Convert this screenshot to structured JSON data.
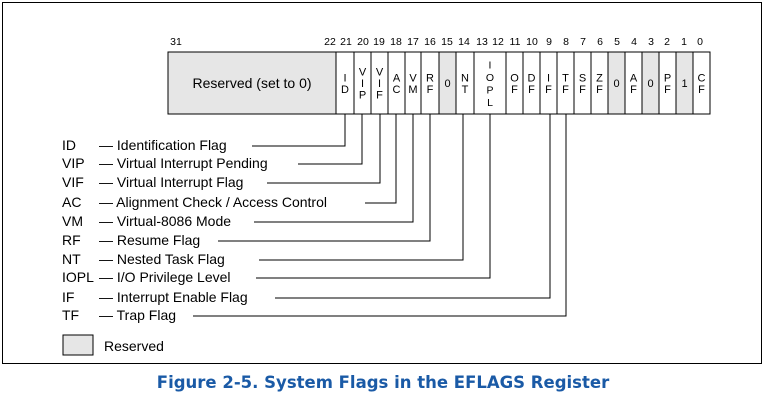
{
  "register": {
    "bit_positions": [
      "31",
      "22",
      "21",
      "20",
      "19",
      "18",
      "17",
      "16",
      "15",
      "14",
      "13",
      "12",
      "11",
      "10",
      "9",
      "8",
      "7",
      "6",
      "5",
      "4",
      "3",
      "2",
      "1",
      "0"
    ],
    "reserved_label": "Reserved (set to 0)",
    "cells": [
      {
        "id": "id",
        "label": "ID",
        "reserved": false
      },
      {
        "id": "vip",
        "label": "VIP",
        "reserved": false
      },
      {
        "id": "vif",
        "label": "VIF",
        "reserved": false
      },
      {
        "id": "ac",
        "label": "AC",
        "reserved": false
      },
      {
        "id": "vm",
        "label": "VM",
        "reserved": false
      },
      {
        "id": "rf",
        "label": "RF",
        "reserved": false
      },
      {
        "id": "b15",
        "label": "0",
        "reserved": true
      },
      {
        "id": "nt",
        "label": "NT",
        "reserved": false
      },
      {
        "id": "iopl",
        "label": "IOPL",
        "reserved": false
      },
      {
        "id": "of",
        "label": "OF",
        "reserved": false
      },
      {
        "id": "df",
        "label": "DF",
        "reserved": false
      },
      {
        "id": "if",
        "label": "IF",
        "reserved": false
      },
      {
        "id": "tf",
        "label": "TF",
        "reserved": false
      },
      {
        "id": "sf",
        "label": "SF",
        "reserved": false
      },
      {
        "id": "zf",
        "label": "ZF",
        "reserved": false
      },
      {
        "id": "b5",
        "label": "0",
        "reserved": true
      },
      {
        "id": "af",
        "label": "AF",
        "reserved": false
      },
      {
        "id": "b3",
        "label": "0",
        "reserved": true
      },
      {
        "id": "pf",
        "label": "PF",
        "reserved": false
      },
      {
        "id": "b1",
        "label": "1",
        "reserved": true
      },
      {
        "id": "cf",
        "label": "CF",
        "reserved": false
      }
    ]
  },
  "flags": [
    {
      "abbr": "ID",
      "desc": "— Identification Flag"
    },
    {
      "abbr": "VIP",
      "desc": "— Virtual Interrupt Pending"
    },
    {
      "abbr": "VIF",
      "desc": "— Virtual Interrupt Flag"
    },
    {
      "abbr": "AC",
      "desc": "— Alignment Check / Access Control"
    },
    {
      "abbr": "VM",
      "desc": "— Virtual-8086 Mode"
    },
    {
      "abbr": "RF",
      "desc": "— Resume Flag"
    },
    {
      "abbr": "NT",
      "desc": "— Nested Task Flag"
    },
    {
      "abbr": "IOPL",
      "desc": "— I/O Privilege Level"
    },
    {
      "abbr": "IF",
      "desc": "— Interrupt Enable Flag"
    },
    {
      "abbr": "TF",
      "desc": "— Trap Flag"
    }
  ],
  "legend": {
    "label": "Reserved"
  },
  "caption": "Figure 2-5.  System Flags in the EFLAGS Register",
  "colors": {
    "reserved_fill": "#e6e6e6",
    "caption": "#1a5aa6"
  }
}
